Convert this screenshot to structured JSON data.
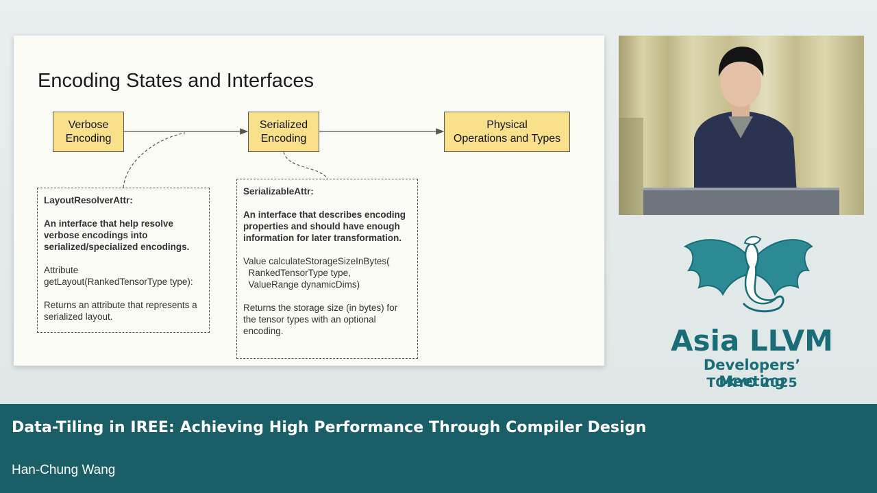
{
  "slide": {
    "title": "Encoding States and Interfaces",
    "nodes": [
      {
        "id": "verbose",
        "label": "Verbose\nEncoding"
      },
      {
        "id": "serialized",
        "label": "Serialized\nEncoding"
      },
      {
        "id": "physical",
        "label": "Physical\nOperations and Types"
      }
    ],
    "edges": [
      {
        "from": "verbose",
        "to": "serialized"
      },
      {
        "from": "serialized",
        "to": "physical"
      }
    ],
    "layout_resolver": {
      "heading": "LayoutResolverAttr:",
      "summary": "An interface that help resolve verbose encodings into serialized/specialized encodings.",
      "signature": "Attribute\ngetLayout(RankedTensorType type):",
      "returns": "Returns an attribute that represents a serialized layout."
    },
    "serializable": {
      "heading": "SerializableAttr:",
      "summary": "An interface that describes encoding properties and should have enough information for later transformation.",
      "signature": "Value calculateStorageSizeInBytes(\n  RankedTensorType type,\n  ValueRange dynamicDims)",
      "returns": "Returns the storage size (in bytes) for the tensor types with an optional encoding."
    }
  },
  "brand": {
    "line1": "Asia LLVM",
    "line2": "Developers’ Meeting",
    "line3": "TOKYO 2025",
    "color": "#1a6d77"
  },
  "footer": {
    "talk_title": "Data-Tiling in IREE: Achieving High Performance Through Compiler Design",
    "speaker": "Han-Chung Wang",
    "color": "#1a5f67"
  }
}
